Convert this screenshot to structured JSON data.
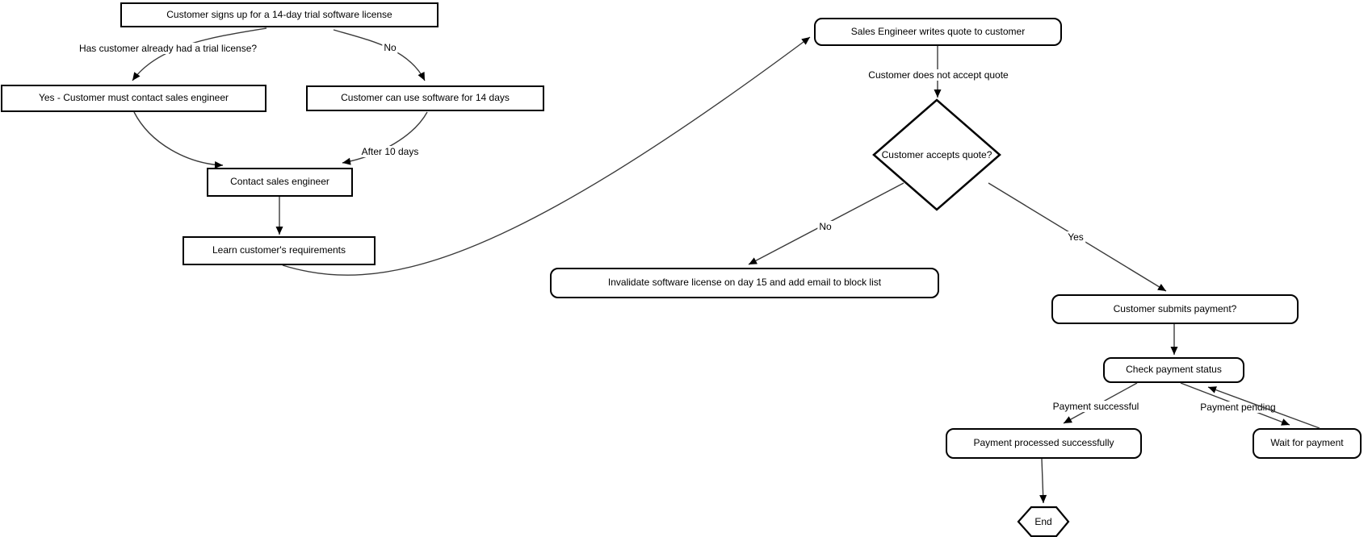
{
  "flowchart": {
    "colors": {
      "background": "#ffffff",
      "node_fill": "#ffffff",
      "node_border": "#000000",
      "edge": "#3a3a3a",
      "arrowhead": "#000000",
      "text": "#000000"
    },
    "nodes": {
      "signup": {
        "shape": "rectangle",
        "label": "Customer signs up for a 14-day trial software license"
      },
      "must_contact": {
        "shape": "rectangle",
        "label": "Yes - Customer must contact sales engineer"
      },
      "use_software": {
        "shape": "rectangle",
        "label": "Customer can use software for 14 days"
      },
      "contact_engineer": {
        "shape": "rectangle",
        "label": "Contact sales engineer"
      },
      "learn_requirements": {
        "shape": "rectangle",
        "label": "Learn customer's requirements"
      },
      "write_quote": {
        "shape": "rounded-rectangle",
        "label": "Sales Engineer writes quote to customer"
      },
      "accepts_quote": {
        "shape": "diamond",
        "label": "Customer accepts quote?"
      },
      "invalidate": {
        "shape": "rounded-rectangle",
        "label": "Invalidate software license on day 15 and add email to block list"
      },
      "submits_payment": {
        "shape": "rounded-rectangle",
        "label": "Customer submits payment?"
      },
      "check_status": {
        "shape": "rounded-rectangle",
        "label": "Check payment status"
      },
      "processed": {
        "shape": "rounded-rectangle",
        "label": "Payment processed successfully"
      },
      "wait_payment": {
        "shape": "rounded-rectangle",
        "label": "Wait for payment"
      },
      "end": {
        "shape": "hexagon",
        "label": "End"
      }
    },
    "edges": [
      {
        "from": "signup",
        "to": "must_contact",
        "label": "Has customer already had a trial license?"
      },
      {
        "from": "signup",
        "to": "use_software",
        "label": "No"
      },
      {
        "from": "must_contact",
        "to": "contact_engineer",
        "label": ""
      },
      {
        "from": "use_software",
        "to": "contact_engineer",
        "label": "After 10 days"
      },
      {
        "from": "contact_engineer",
        "to": "learn_requirements",
        "label": ""
      },
      {
        "from": "learn_requirements",
        "to": "write_quote",
        "label": ""
      },
      {
        "from": "write_quote",
        "to": "accepts_quote",
        "label": "Customer does not accept quote"
      },
      {
        "from": "accepts_quote",
        "to": "invalidate",
        "label": "No"
      },
      {
        "from": "accepts_quote",
        "to": "submits_payment",
        "label": "Yes"
      },
      {
        "from": "submits_payment",
        "to": "check_status",
        "label": ""
      },
      {
        "from": "check_status",
        "to": "processed",
        "label": "Payment successful"
      },
      {
        "from": "check_status",
        "to": "wait_payment",
        "label": "Payment pending"
      },
      {
        "from": "wait_payment",
        "to": "check_status",
        "label": ""
      },
      {
        "from": "processed",
        "to": "end",
        "label": ""
      }
    ]
  }
}
